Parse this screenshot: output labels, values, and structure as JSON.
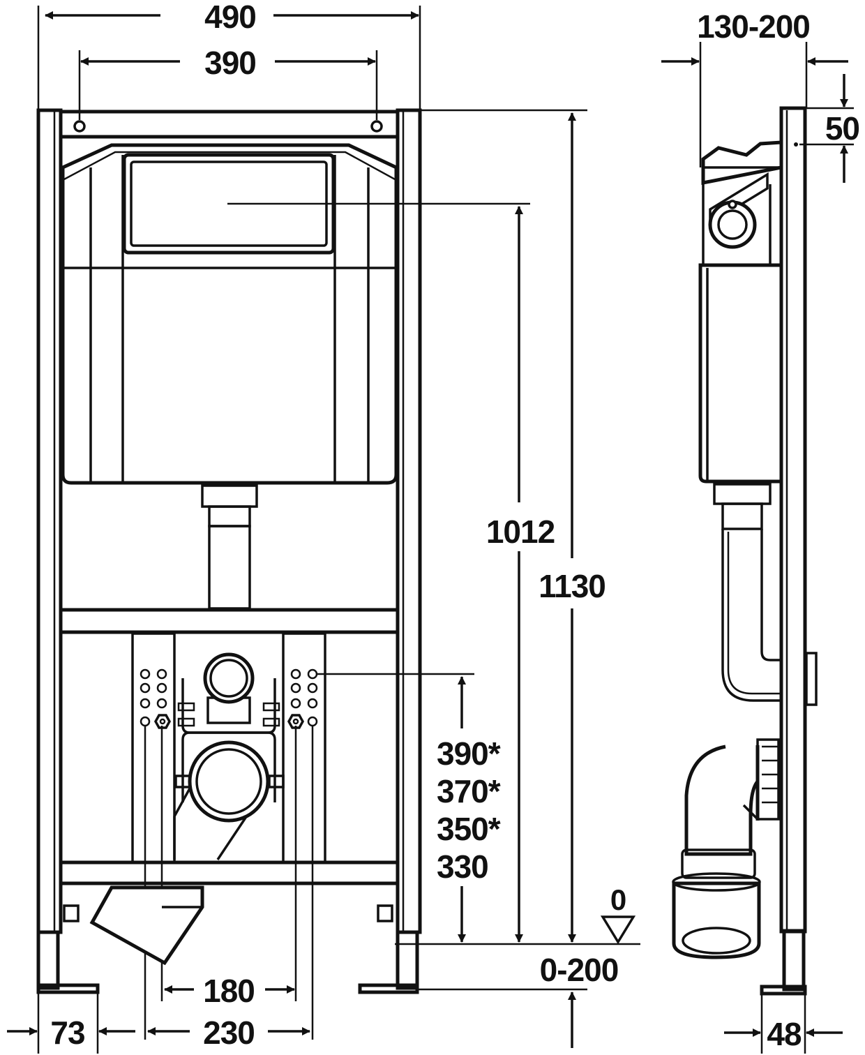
{
  "front_view": {
    "overall_width": "490",
    "mount_hole_spacing": "390",
    "flush_plate_height": "1012",
    "frame_height": "1130",
    "bolt_heights": [
      "390*",
      "370*",
      "350*",
      "330"
    ],
    "floor_level": "0",
    "foot_adjust": "0-200",
    "anchor_spacing_inner": "180",
    "anchor_spacing_outer": "230",
    "foot_width": "73"
  },
  "side_view": {
    "depth_range": "130-200",
    "top_offset": "50",
    "frame_depth": "48"
  },
  "colors": {
    "line": "#111111",
    "background": "#ffffff"
  }
}
